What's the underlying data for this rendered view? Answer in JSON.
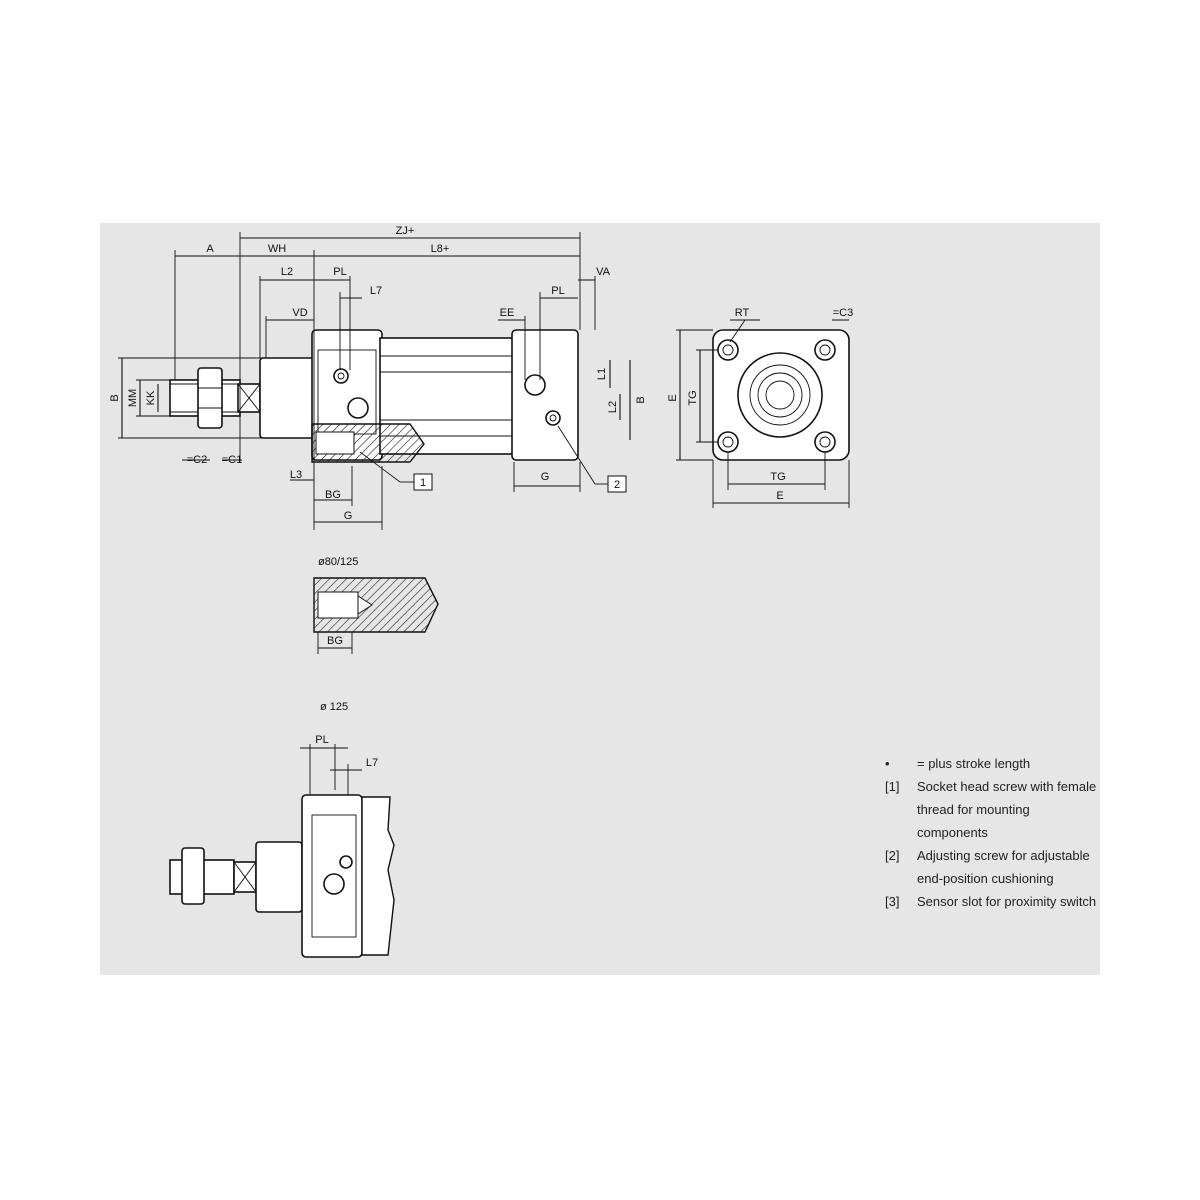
{
  "dimensions": {
    "zj": "ZJ+",
    "l8": "L8+",
    "a": "A",
    "wh": "WH",
    "l2": "L2",
    "pl": "PL",
    "l7": "L7",
    "vd": "VD",
    "ee": "EE",
    "va": "VA",
    "b": "B",
    "mm": "MM",
    "kk": "KK",
    "sw2": "=C2",
    "sw1": "=C1",
    "sw3": "=C3",
    "l3": "L3",
    "bg": "BG",
    "g": "G",
    "l1": "L1",
    "l2v": "L2",
    "e": "E",
    "tg": "TG",
    "rt": "RT"
  },
  "callouts": {
    "c1": "1",
    "c2": "2"
  },
  "detail_views": {
    "view1": "ø80/125",
    "view2": "ø 125"
  },
  "legend": [
    {
      "key": "•",
      "text": "= plus stroke length"
    },
    {
      "key": "[1]",
      "text": "Socket head screw with female thread for mounting components"
    },
    {
      "key": "[2]",
      "text": "Adjusting screw for adjustable end-position cushioning"
    },
    {
      "key": "[3]",
      "text": "Sensor slot for proximity switch"
    }
  ]
}
